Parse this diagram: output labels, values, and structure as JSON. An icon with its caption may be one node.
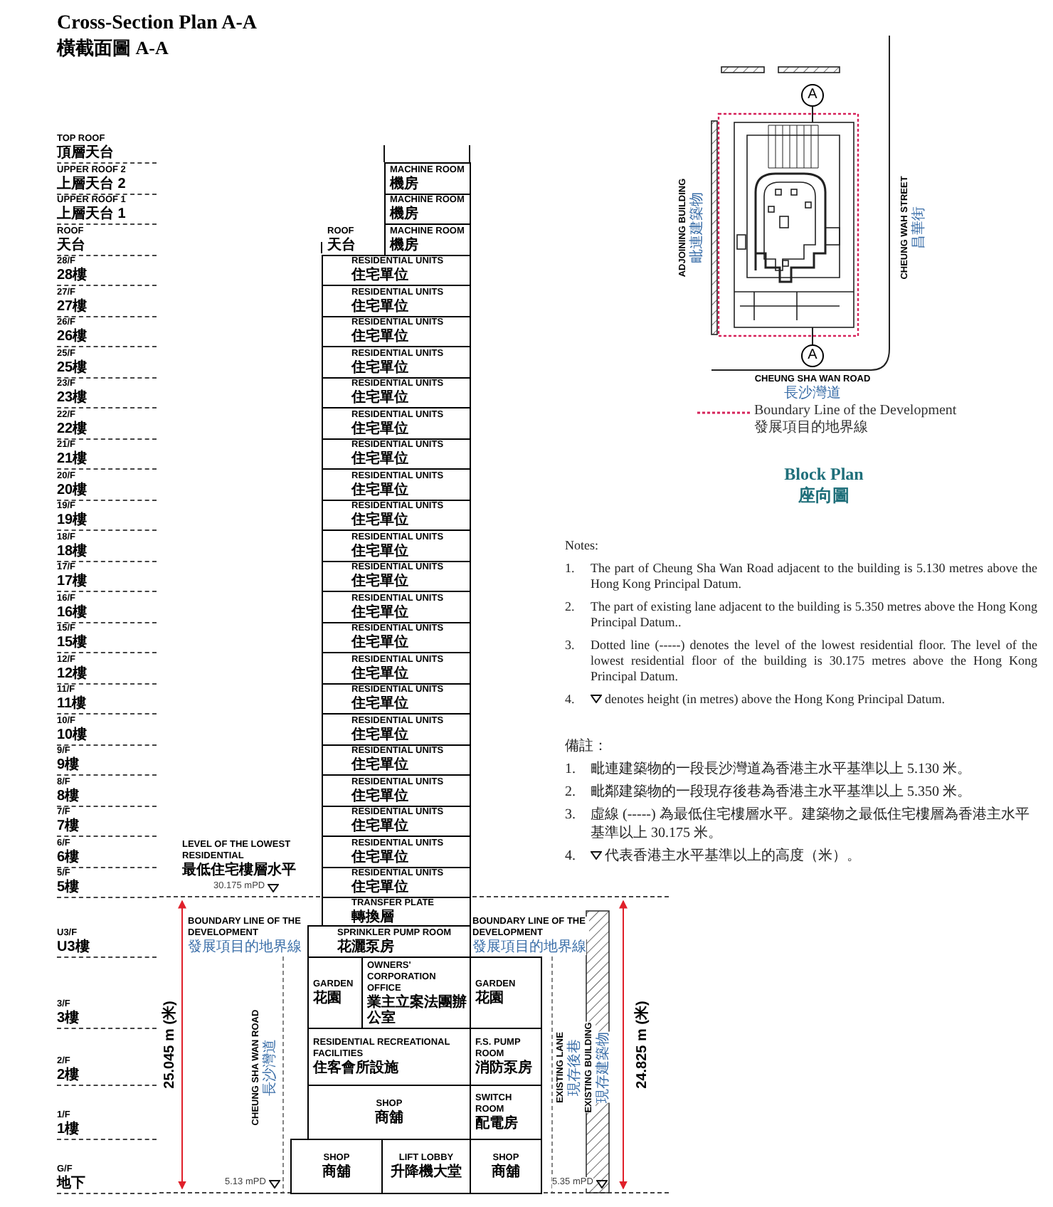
{
  "diagram": {
    "title": "Cross-Section Plan A-A",
    "nodes": [
      {
        "text": [
          "MACHINE ROOM",
          "機房"
        ]
      },
      {
        "text": [
          "MACHINE ROOM",
          "機房"
        ]
      },
      {
        "text": [
          "MACHINE ROOM",
          "機房"
        ]
      },
      {
        "text": [
          "RESIDENTIAL UNITS",
          "住宅單位"
        ]
      },
      {
        "text": [
          "RESIDENTIAL UNITS",
          "住宅單位"
        ]
      },
      {
        "text": [
          "RESIDENTIAL UNITS",
          "住宅單位"
        ]
      },
      {
        "text": [
          "RESIDENTIAL UNITS",
          "住宅單位"
        ]
      },
      {
        "text": [
          "RESIDENTIAL UNITS",
          "住宅單位"
        ]
      },
      {
        "text": [
          "RESIDENTIAL UNITS",
          "住宅單位"
        ]
      },
      {
        "text": [
          "RESIDENTIAL UNITS",
          "住宅單位"
        ]
      },
      {
        "text": [
          "RESIDENTIAL UNITS",
          "住宅單位"
        ]
      },
      {
        "text": [
          "RESIDENTIAL UNITS",
          "住宅單位"
        ]
      },
      {
        "text": [
          "RESIDENTIAL UNITS",
          "住宅單位"
        ]
      },
      {
        "text": [
          "RESIDENTIAL UNITS",
          "住宅單位"
        ]
      },
      {
        "text": [
          "RESIDENTIAL UNITS",
          "住宅單位"
        ]
      },
      {
        "text": [
          "RESIDENTIAL UNITS",
          "住宅單位"
        ]
      },
      {
        "text": [
          "RESIDENTIAL UNITS",
          "住宅單位"
        ]
      },
      {
        "text": [
          "RESIDENTIAL UNITS",
          "住宅單位"
        ]
      },
      {
        "text": [
          "RESIDENTIAL UNITS",
          "住宅單位"
        ]
      },
      {
        "text": [
          "RESIDENTIAL UNITS",
          "住宅單位"
        ]
      },
      {
        "text": [
          "RESIDENTIAL UNITS",
          "住宅單位"
        ]
      },
      {
        "text": [
          "RESIDENTIAL UNITS",
          "住宅單位"
        ]
      },
      {
        "text": [
          "RESIDENTIAL UNITS",
          "住宅單位"
        ]
      },
      {
        "text": [
          "RESIDENTIAL UNITS",
          "住宅單位"
        ]
      },
      {
        "text": [
          "TRANSFER PLATE",
          "轉換層"
        ]
      },
      {
        "text": [
          "SPRINKLER PUMP ROOM",
          "花灑泵房"
        ]
      },
      {
        "text": [
          "GARDEN",
          "花園"
        ]
      },
      {
        "text": [
          "OWNERS' CORPORATION OFFICE",
          "業主立案法團辦公室"
        ]
      },
      {
        "text": [
          "GARDEN",
          "花園"
        ]
      },
      {
        "text": [
          "RESIDENTIAL RECREATIONAL FACILITIES",
          "住客會所設施"
        ]
      },
      {
        "text": [
          "F.S. PUMP ROOM",
          "消防泵房"
        ]
      },
      {
        "text": [
          "SHOP",
          "商舖"
        ]
      },
      {
        "text": [
          "SWITCH ROOM",
          "配電房"
        ]
      },
      {
        "text": [
          "SHOP",
          "商舖"
        ]
      },
      {
        "text": [
          "LIFT LOBBY",
          "升降機大堂"
        ]
      },
      {
        "text": [
          "SHOP",
          "商舖"
        ]
      },
      {
        "text": [
          "A"
        ]
      },
      {
        "text": [
          "A"
        ]
      }
    ],
    "labels": [
      "橫截面圖 A-A",
      "TOP ROOF",
      "頂層天台",
      "UPPER ROOF 2",
      "上層天台 2",
      "UPPER ROOF 1",
      "上層天台 1",
      "ROOF",
      "天台",
      "28/F",
      "28樓",
      "27/F",
      "27樓",
      "26/F",
      "26樓",
      "25/F",
      "25樓",
      "23/F",
      "23樓",
      "22/F",
      "22樓",
      "21/F",
      "21樓",
      "20/F",
      "20樓",
      "19/F",
      "19樓",
      "18/F",
      "18樓",
      "17/F",
      "17樓",
      "16/F",
      "16樓",
      "15/F",
      "15樓",
      "12/F",
      "12樓",
      "11/F",
      "11樓",
      "10/F",
      "10樓",
      "9/F",
      "9樓",
      "8/F",
      "8樓",
      "7/F",
      "7樓",
      "6/F",
      "6樓",
      "5/F",
      "5樓",
      "U3/F",
      "U3樓",
      "3/F",
      "3樓",
      "2/F",
      "2樓",
      "1/F",
      "1樓",
      "G/F",
      "地下",
      "ROOF",
      "天台",
      "LEVEL OF THE LOWEST RESIDENTIAL",
      "最低住宅樓層水平",
      "30.175 mPD",
      "BOUNDARY LINE OF THE DEVELOPMENT",
      "發展項目的地界線",
      "BOUNDARY LINE OF THE DEVELOPMENT",
      "發展項目的地界線",
      "25.045 m (米)",
      "CHEUNG SHA WAN ROAD",
      "長沙灣道",
      "EXISTING LANE",
      "現存後巷",
      "EXISTING BUILDING",
      "現存建築物",
      "24.825 m (米)",
      "5.13 mPD",
      "5.35 mPD",
      "ADJOINING BUILDING",
      "毗連建築物",
      "CHEUNG WAH STREET",
      "昌華街",
      "CHEUNG SHA WAN ROAD",
      "長沙灣道",
      "Block Plan",
      "座向圖",
      "Notes:",
      "1.",
      "The part of Cheung Sha Wan Road adjacent to the building is 5.130 metres above the Hong Kong Principal Datum.",
      "2.",
      "The part of existing lane adjacent to the building is 5.350 metres above the Hong Kong Principal Datum..",
      "3.",
      "Dotted line (-----) denotes the level of the lowest residential floor. The level of the lowest residential floor of the building is 30.175 metres above the Hong Kong Principal Datum.",
      "4.",
      "denotes height (in metres) above the Hong Kong Principal Datum.",
      "備註：",
      "1.",
      "毗連建築物的一段長沙灣道為香港主水平基準以上 5.130 米。",
      "2.",
      "毗鄰建築物的一段現存後巷為香港主水平基準以上 5.350 米。",
      "3.",
      "虛線 (-----) 為最低住宅樓層水平。建築物之最低住宅樓層為香港主水平基準以上 30.175 米。",
      "4.",
      "代表香港主水平基準以上的高度（米）。"
    ],
    "legend": [
      {
        "text": "Boundary Line of the Development 發展項目的地界線"
      }
    ]
  }
}
